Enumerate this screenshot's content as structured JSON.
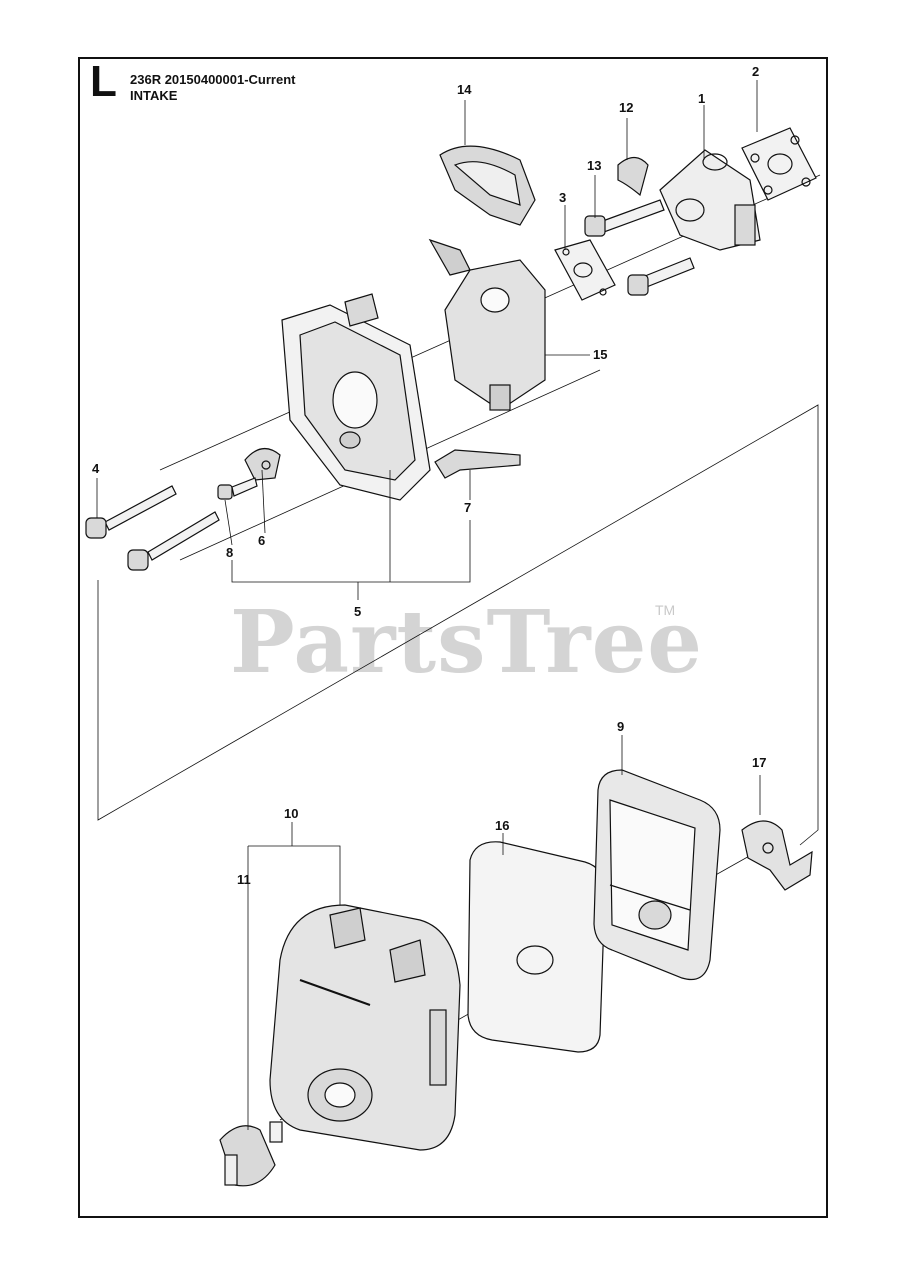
{
  "header": {
    "section_letter": "L",
    "model": "236R  20150400001-Current",
    "title": "INTAKE"
  },
  "callouts": [
    "1",
    "2",
    "3",
    "4",
    "5",
    "6",
    "7",
    "8",
    "9",
    "10",
    "11",
    "12",
    "13",
    "14",
    "15",
    "16",
    "17"
  ],
  "watermark": {
    "text": "PartsTree",
    "tm": "TM"
  },
  "colors": {
    "line": "#111111",
    "fill_light": "#f2f2f2",
    "fill_mid": "#d9d9d9",
    "watermark": "#d4d4d4"
  }
}
